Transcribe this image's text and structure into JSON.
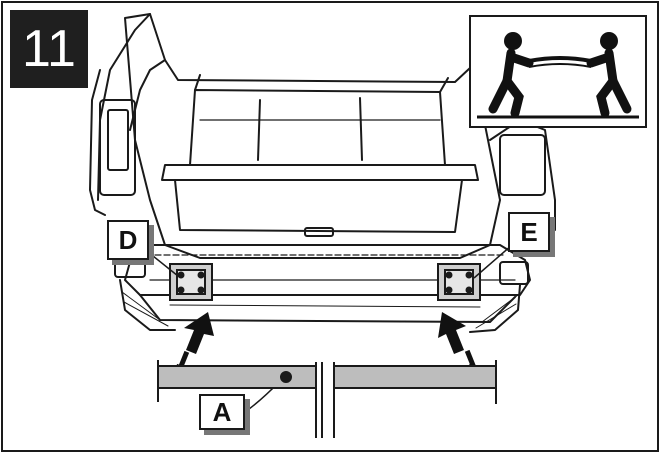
{
  "step": {
    "number": "11"
  },
  "labels": {
    "d": "D",
    "e": "E",
    "a": "A"
  },
  "inset": {
    "icon": "two-person-lift-icon"
  },
  "colors": {
    "ink": "#1a1a1a",
    "bar_fill": "#bdbdbd",
    "badge": "#1f1f1f",
    "bracket_fill": "#cfcfcf"
  }
}
